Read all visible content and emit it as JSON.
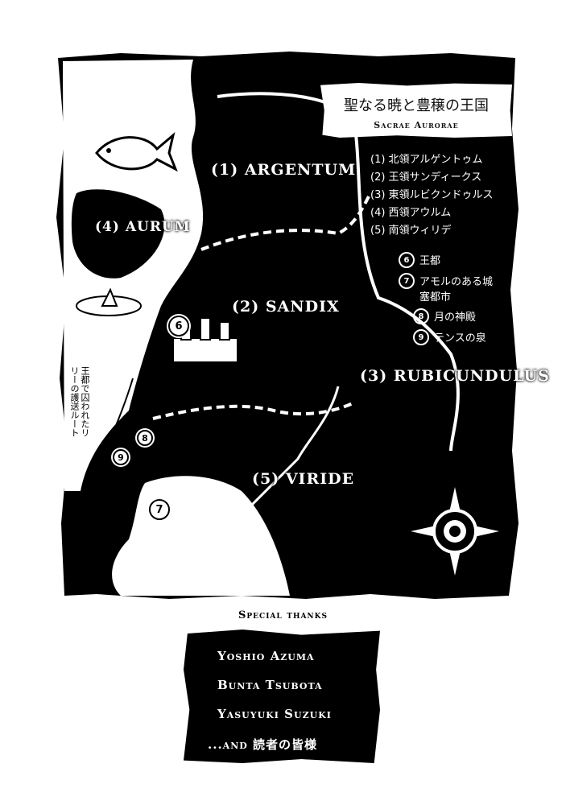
{
  "map": {
    "title_jp": "聖なる暁と豊穣の王国",
    "title_en": "Sacrae Aurorae",
    "regions": [
      {
        "label": "(1) ARGENTUM"
      },
      {
        "label": "(4) AURUM"
      },
      {
        "label": "(2) SANDIX"
      },
      {
        "label": "(3) RUBICUNDULUS"
      },
      {
        "label": "(5) VIRIDE"
      }
    ],
    "legend_regions": [
      "(1) 北領アルゲントゥム",
      "(2) 王領サンディークス",
      "(3) 東領ルビクンドゥルス",
      "(4) 西領アウルム",
      "(5) 南領ウィリデ"
    ],
    "legend_places": [
      {
        "num": "6",
        "label": "王都"
      },
      {
        "num": "7",
        "label": "アモルのある城塞都市"
      },
      {
        "num": "8",
        "label": "月の神殿"
      },
      {
        "num": "9",
        "label": "テンスの泉"
      }
    ],
    "route_note": "王都で囚われたリリーの護送ルート"
  },
  "credits": {
    "heading": "Special thanks",
    "names": [
      "Yoshio Azuma",
      "Bunta Tsubota",
      "Yasuyuki Suzuki",
      "...and 読者の皆様"
    ]
  },
  "colors": {
    "ink": "#000000",
    "paper": "#ffffff"
  }
}
